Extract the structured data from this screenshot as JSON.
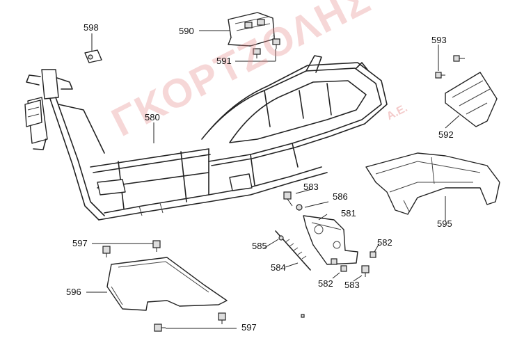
{
  "watermark": {
    "main": "ΓΚΟΡΤΖΟΛΗΣ",
    "suffix": "Α.Ε."
  },
  "labels": {
    "p598": "598",
    "p590": "590",
    "p591": "591",
    "p593": "593",
    "p592": "592",
    "p580": "580",
    "p583a": "583",
    "p586": "586",
    "p581": "581",
    "p595": "595",
    "p597a": "597",
    "p585": "585",
    "p582a": "582",
    "p584": "584",
    "p582b": "582",
    "p583b": "583",
    "p596": "596",
    "p597b": "597"
  }
}
